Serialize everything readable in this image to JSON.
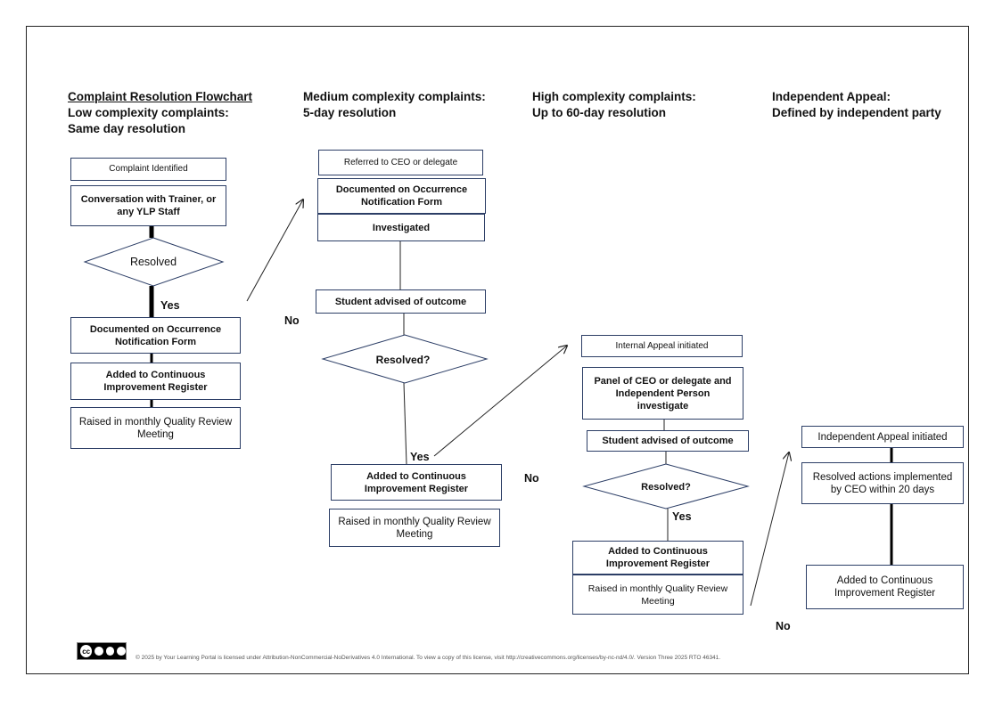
{
  "headers": {
    "col1": {
      "title": "Complaint Resolution Flowchart",
      "line1": "Low complexity complaints:",
      "line2": "Same day resolution"
    },
    "col2": {
      "line1": "Medium complexity complaints:",
      "line2": "5-day resolution"
    },
    "col3": {
      "line1": "High complexity complaints:",
      "line2": "Up to 60-day resolution"
    },
    "col4": {
      "line1": "Independent Appeal:",
      "line2": "Defined by independent party"
    }
  },
  "low": {
    "complaint_identified": "Complaint Identified",
    "conversation": "Conversation with Trainer, or any YLP Staff",
    "resolved": "Resolved",
    "yes": "Yes",
    "documented": "Documented on Occurrence Notification Form",
    "added_ci": "Added to Continuous Improvement Register",
    "raised_review": "Raised in monthly Quality Review Meeting",
    "no": "No"
  },
  "medium": {
    "referred": "Referred to CEO or delegate",
    "documented": "Documented on Occurrence Notification Form",
    "investigated": "Investigated",
    "student_advised": "Student advised of outcome",
    "resolved": "Resolved?",
    "yes": "Yes",
    "added_ci": "Added to Continuous Improvement Register",
    "raised_review": "Raised in monthly Quality Review Meeting",
    "no": "No"
  },
  "high": {
    "internal_appeal": "Internal Appeal initiated",
    "panel": "Panel of CEO or delegate and Independent Person investigate",
    "student_advised": "Student advised of outcome",
    "resolved": "Resolved?",
    "yes": "Yes",
    "added_ci": "Added to Continuous Improvement Register",
    "raised_review": "Raised in monthly Quality Review Meeting",
    "no": "No"
  },
  "independent": {
    "appeal_initiated": "Independent Appeal initiated",
    "resolved_actions": "Resolved actions implemented by CEO within 20 days",
    "added_ci": "Added to Continuous Improvement Register"
  },
  "footer": {
    "cc_badge": "cc",
    "license": "© 2025 by Your Learning Portal is licensed under Attribution-NonCommercial-NoDerivatives 4.0 International. To view a copy of this license, visit http://creativecommons.org/licenses/by-nc-nd/4.0/. Version Three 2025 RTO 46341."
  }
}
